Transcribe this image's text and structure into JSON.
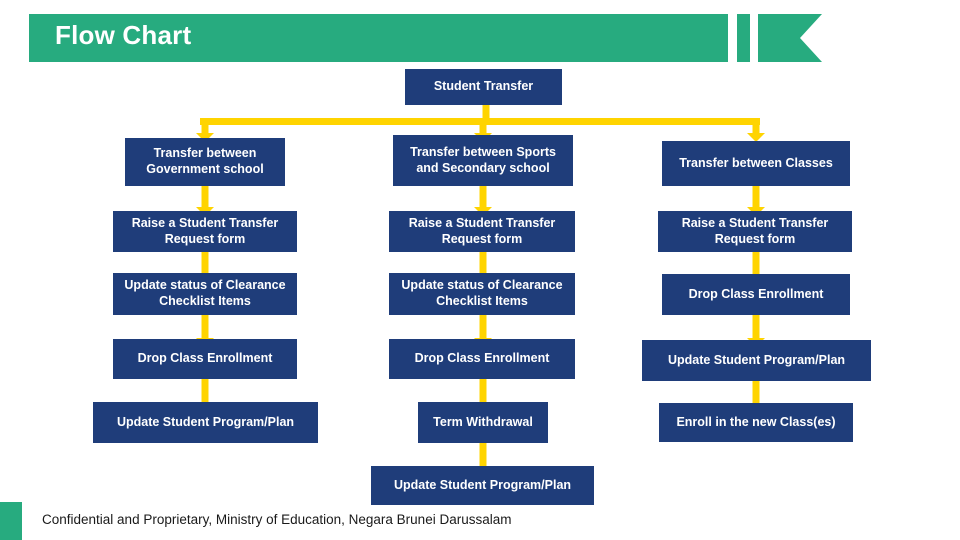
{
  "header": {
    "title": "Flow Chart",
    "accent_color": "#27ab7f"
  },
  "footer": {
    "text": "Confidential and Proprietary, Ministry of Education, Negara Brunei Darussalam"
  },
  "chart_data": {
    "type": "diagram",
    "title": "Flow Chart",
    "node_color": "#1f3d7a",
    "connector_color": "#ffd400",
    "root": "Student Transfer",
    "columns": [
      {
        "heading": "Transfer between Government school",
        "steps": [
          "Raise a Student Transfer Request form",
          "Update status of Clearance Checklist Items",
          "Drop Class Enrollment",
          "Update Student Program/Plan"
        ]
      },
      {
        "heading": "Transfer between Sports and Secondary school",
        "steps": [
          "Raise a Student Transfer Request form",
          "Update status of Clearance Checklist Items",
          "Drop Class Enrollment",
          "Term Withdrawal",
          "Update Student Program/Plan"
        ]
      },
      {
        "heading": "Transfer between Classes",
        "steps": [
          "Raise a Student Transfer Request form",
          "Drop Class Enrollment",
          "Update Student Program/Plan",
          "Enroll in the new Class(es)"
        ]
      }
    ]
  },
  "nodes": {
    "root": "Student Transfer",
    "c1_head": "Transfer between Government school",
    "c1_s1": "Raise a Student Transfer Request form",
    "c1_s2": "Update status of Clearance Checklist Items",
    "c1_s3": "Drop Class Enrollment",
    "c1_s4": "Update Student Program/Plan",
    "c2_head": "Transfer between Sports and Secondary school",
    "c2_s1": "Raise a Student Transfer Request form",
    "c2_s2": "Update status of Clearance Checklist Items",
    "c2_s3": "Drop Class Enrollment",
    "c2_s4": "Term Withdrawal",
    "c2_s5": "Update Student Program/Plan",
    "c3_head": "Transfer between Classes",
    "c3_s1": "Raise a Student Transfer Request form",
    "c3_s2": "Drop Class Enrollment",
    "c3_s3": "Update Student Program/Plan",
    "c3_s4": "Enroll in the new Class(es)"
  }
}
